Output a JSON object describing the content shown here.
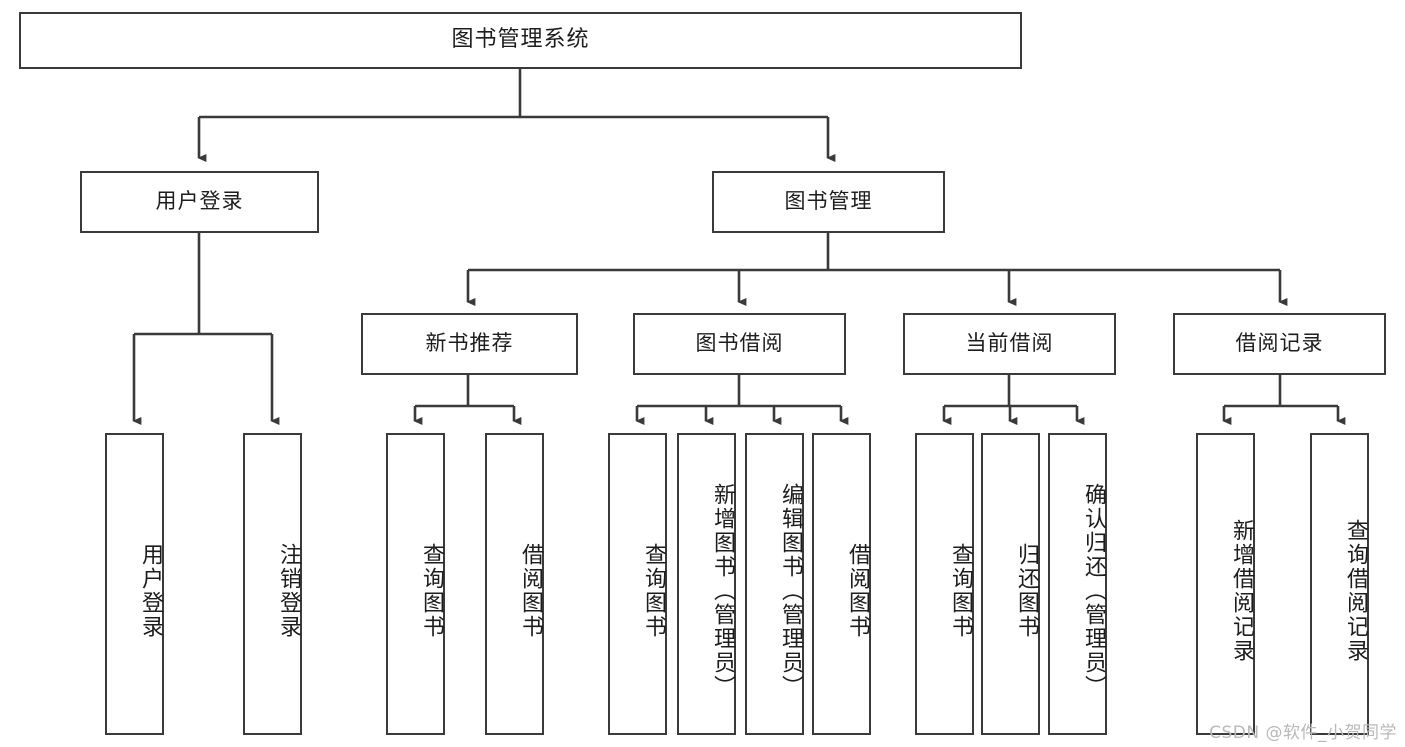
{
  "diagram": {
    "title": "图书管理系统",
    "type": "tree",
    "root": {
      "label": "图书管理系统"
    },
    "level2": [
      {
        "label": "用户登录"
      },
      {
        "label": "图书管理"
      }
    ],
    "level3": [
      {
        "label": "新书推荐"
      },
      {
        "label": "图书借阅"
      },
      {
        "label": "当前借阅"
      },
      {
        "label": "借阅记录"
      }
    ],
    "leaves": {
      "user_login": [
        {
          "label": "用户登录"
        },
        {
          "label": "注销登录"
        }
      ],
      "new_book_recommend": [
        {
          "label": "查询图书"
        },
        {
          "label": "借阅图书"
        }
      ],
      "book_borrow": [
        {
          "label": "查询图书"
        },
        {
          "label": "新增图书（管理员）"
        },
        {
          "label": "编辑图书（管理员）"
        },
        {
          "label": "借阅图书"
        }
      ],
      "current_borrow": [
        {
          "label": "查询图书"
        },
        {
          "label": "归还图书"
        },
        {
          "label": "确认归还（管理员）"
        }
      ],
      "borrow_records": [
        {
          "label": "新增借阅记录"
        },
        {
          "label": "查询借阅记录"
        }
      ]
    }
  },
  "watermark": {
    "text": "CSDN @软件_小贺同学"
  },
  "colors": {
    "stroke": "#3a3a3a",
    "text": "#1d1d1d",
    "background": "#ffffff",
    "watermark": "#b9b9b9"
  }
}
